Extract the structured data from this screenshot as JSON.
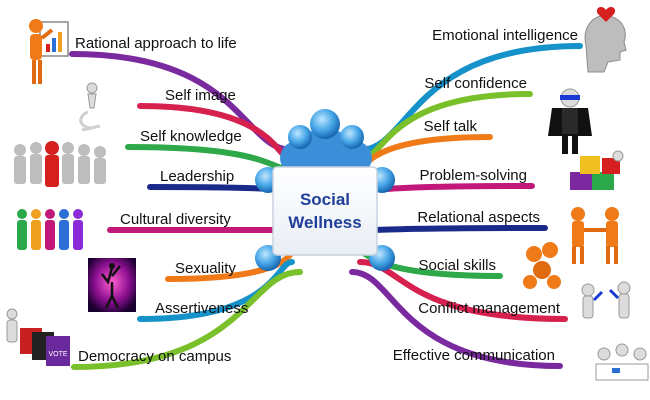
{
  "center": {
    "line1": "Social",
    "line2": "Wellness"
  },
  "left_branches": [
    {
      "label": "Rational approach to life",
      "color": "#7a2a9e",
      "icon": "presenter-chart-icon"
    },
    {
      "label": "Self image",
      "color": "#d6204e",
      "icon": "thinking-figure-icon"
    },
    {
      "label": "Self knowledge",
      "color": "#2fa84a",
      "icon": "group-crowd-icon"
    },
    {
      "label": "Leadership",
      "color": "#1a2a8a",
      "icon": ""
    },
    {
      "label": "Cultural diversity",
      "color": "#c2187a",
      "icon": "diverse-people-icon"
    },
    {
      "label": "Sexuality",
      "color": "#f07a18",
      "icon": "dancer-silhouette-icon"
    },
    {
      "label": "Assertiveness",
      "color": "#1592c9",
      "icon": ""
    },
    {
      "label": "Democracy on campus",
      "color": "#7ac02a",
      "icon": "vote-boxes-icon"
    }
  ],
  "right_branches": [
    {
      "label": "Emotional intelligence",
      "color": "#1592c9",
      "icon": "head-heart-icon"
    },
    {
      "label": "Self confidence",
      "color": "#7ac02a",
      "icon": "superhero-figure-icon"
    },
    {
      "label": "Self talk",
      "color": "#f07a18",
      "icon": ""
    },
    {
      "label": "Problem-solving",
      "color": "#c2187a",
      "icon": "puzzle-pieces-icon"
    },
    {
      "label": "Relational aspects",
      "color": "#1a2a8a",
      "icon": "handshake-figures-icon"
    },
    {
      "label": "Social skills",
      "color": "#2fa84a",
      "icon": "linked-figures-icon"
    },
    {
      "label": "Conflict management",
      "color": "#d6204e",
      "icon": "arguing-figures-icon"
    },
    {
      "label": "Effective communication",
      "color": "#7a2a9e",
      "icon": "meeting-table-icon"
    }
  ],
  "vote_box_text": "VOTE"
}
